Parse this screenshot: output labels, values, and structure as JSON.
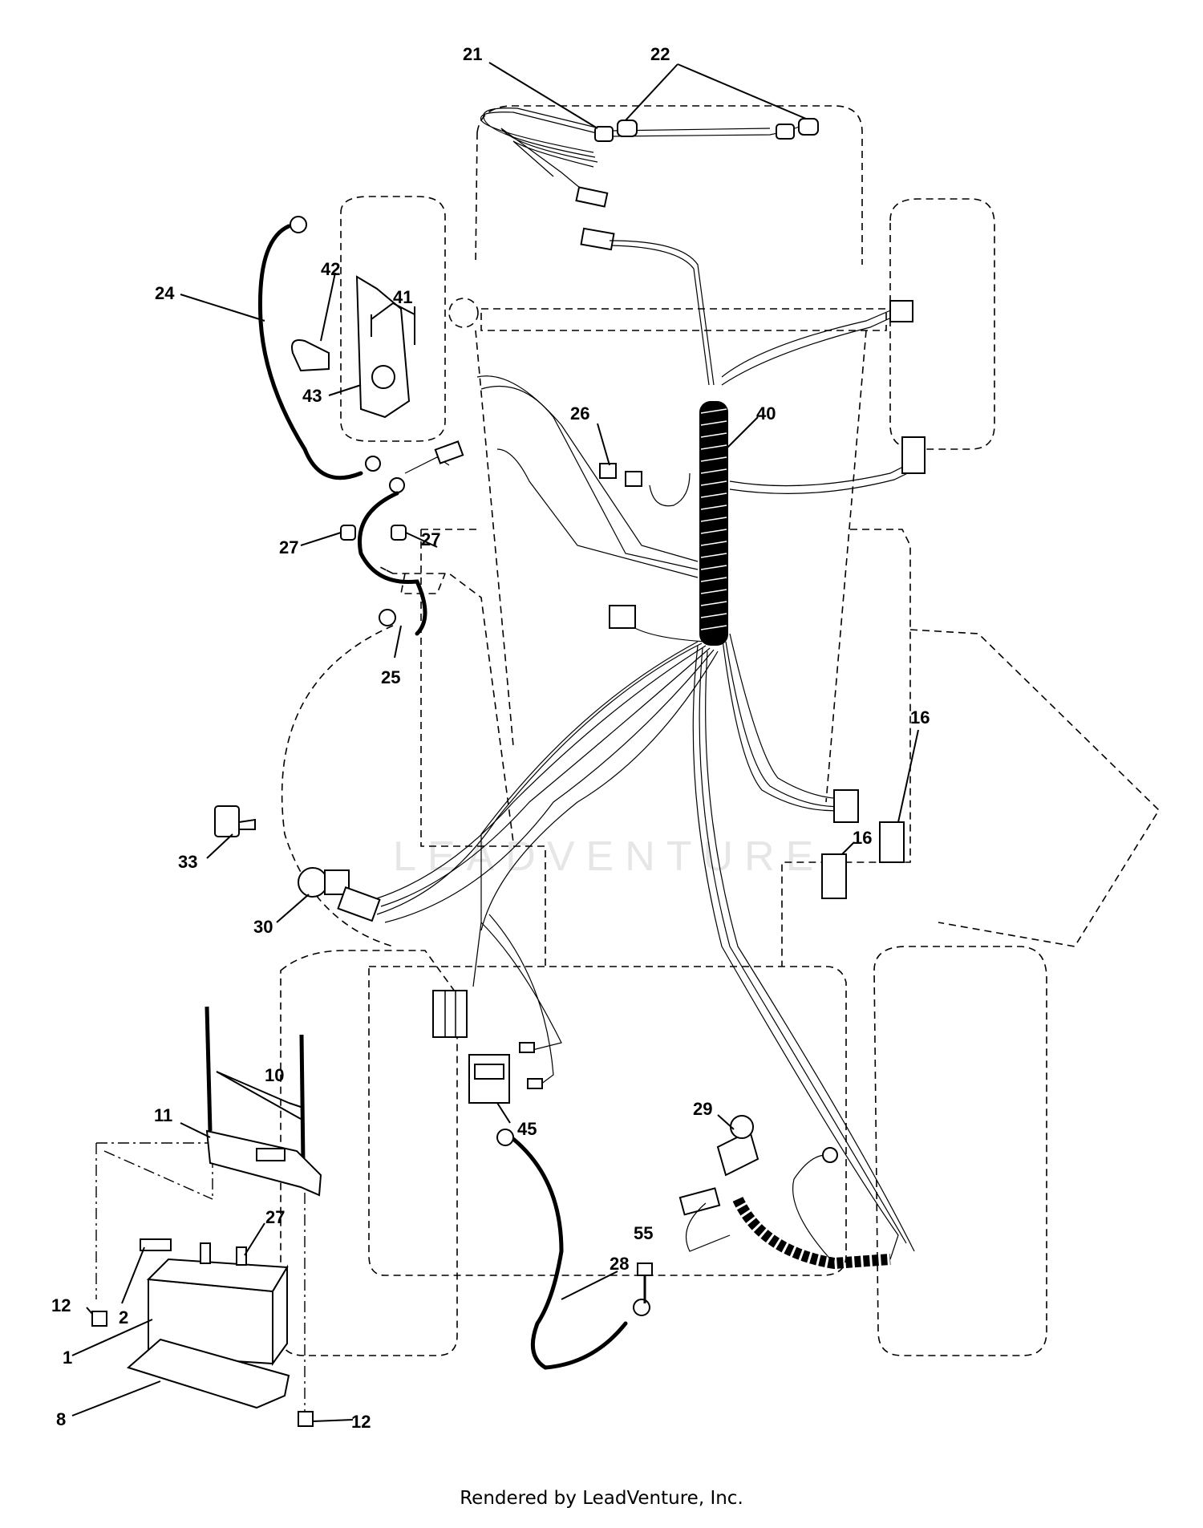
{
  "watermark": "LEADVENTURE",
  "footer": "Rendered by LeadVenture, Inc.",
  "callouts": {
    "c21": "21",
    "c22": "22",
    "c24": "24",
    "c42": "42",
    "c41": "41",
    "c43": "43",
    "c40": "40",
    "c26": "26",
    "c27a": "27",
    "c27b": "27",
    "c25": "25",
    "c16a": "16",
    "c16b": "16",
    "c33": "33",
    "c30": "30",
    "c10": "10",
    "c11": "11",
    "c45": "45",
    "c29": "29",
    "c27c": "27",
    "c55": "55",
    "c28": "28",
    "c12a": "12",
    "c2": "2",
    "c1": "1",
    "c8": "8",
    "c12b": "12"
  }
}
